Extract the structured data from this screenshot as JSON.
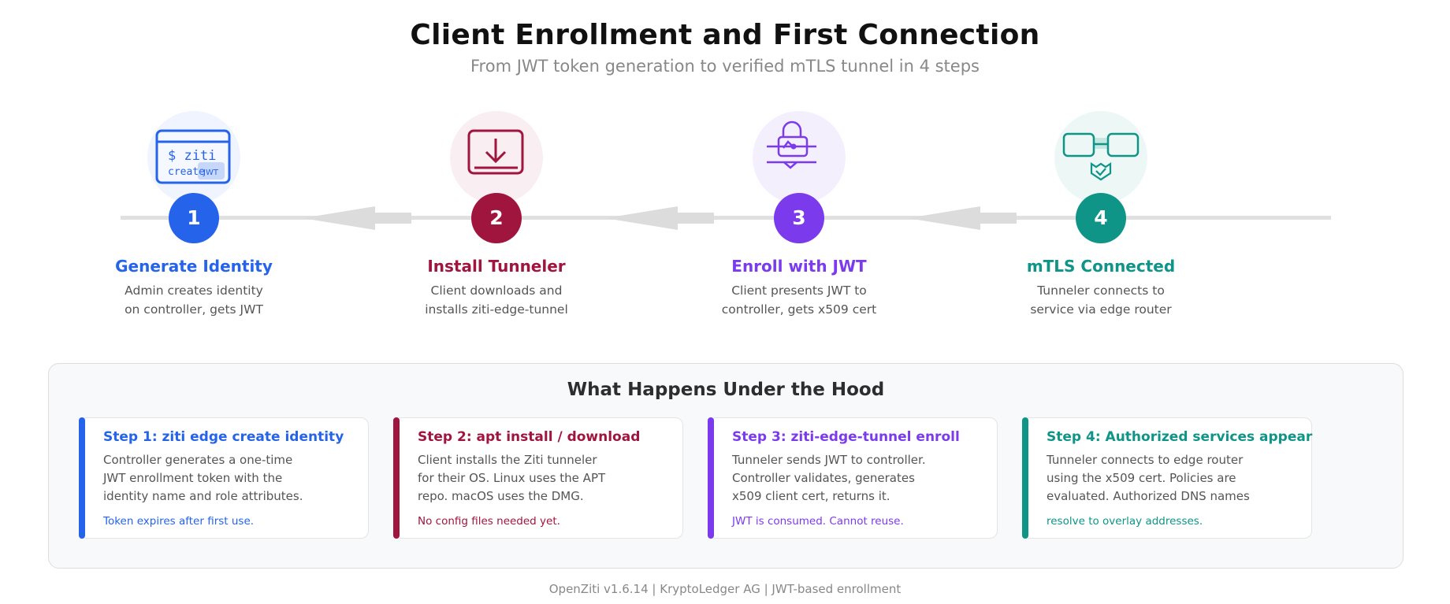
{
  "header": {
    "title": "Client Enrollment and First Connection",
    "subtitle": "From JWT token generation to verified mTLS tunnel in 4 steps"
  },
  "timeline": {
    "line_color": "#e0e0e0",
    "steps": [
      {
        "number": "1",
        "title": "Generate Identity",
        "desc_line1": "Admin creates identity",
        "desc_line2": "on controller, gets JWT",
        "color": "#2563eb",
        "icon": "terminal-icon",
        "icon_text_1": "$ ziti",
        "icon_text_2": "create",
        "icon_badge": "JWT"
      },
      {
        "number": "2",
        "title": "Install Tunneler",
        "desc_line1": "Client downloads and",
        "desc_line2": "installs ziti-edge-tunnel",
        "color": "#a0153e",
        "icon": "download-icon"
      },
      {
        "number": "3",
        "title": "Enroll with JWT",
        "desc_line1": "Client presents JWT to",
        "desc_line2": "controller, gets x509 cert",
        "color": "#7c3aed",
        "icon": "lock-icon"
      },
      {
        "number": "4",
        "title": "mTLS Connected",
        "desc_line1": "Tunneler connects to",
        "desc_line2": "service via edge router",
        "color": "#0f9488",
        "icon": "connected-shield-icon"
      }
    ]
  },
  "under_the_hood": {
    "title": "What Happens Under the Hood",
    "cards": [
      {
        "title": "Step 1: ziti edge create identity",
        "body": "Controller generates a one-time\nJWT enrollment token with the\nidentity name and role attributes.",
        "note": "Token expires after first use.",
        "color": "#2563eb"
      },
      {
        "title": "Step 2: apt install / download",
        "body": "Client installs the Ziti tunneler\nfor their OS. Linux uses the APT\nrepo. macOS uses the DMG.",
        "note": "No config files needed yet.",
        "color": "#a0153e"
      },
      {
        "title": "Step 3: ziti-edge-tunnel enroll",
        "body": "Tunneler sends JWT to controller.\nController validates, generates\nx509 client cert, returns it.",
        "note": "JWT is consumed. Cannot reuse.",
        "color": "#7c3aed"
      },
      {
        "title": "Step 4: Authorized services appear",
        "body": "Tunneler connects to edge router\nusing the x509 cert. Policies are\nevaluated. Authorized DNS names",
        "note": "resolve to overlay addresses.",
        "color": "#0f9488"
      }
    ]
  },
  "footer": {
    "text": "OpenZiti v1.6.14 | KryptoLedger AG | JWT-based enrollment"
  }
}
